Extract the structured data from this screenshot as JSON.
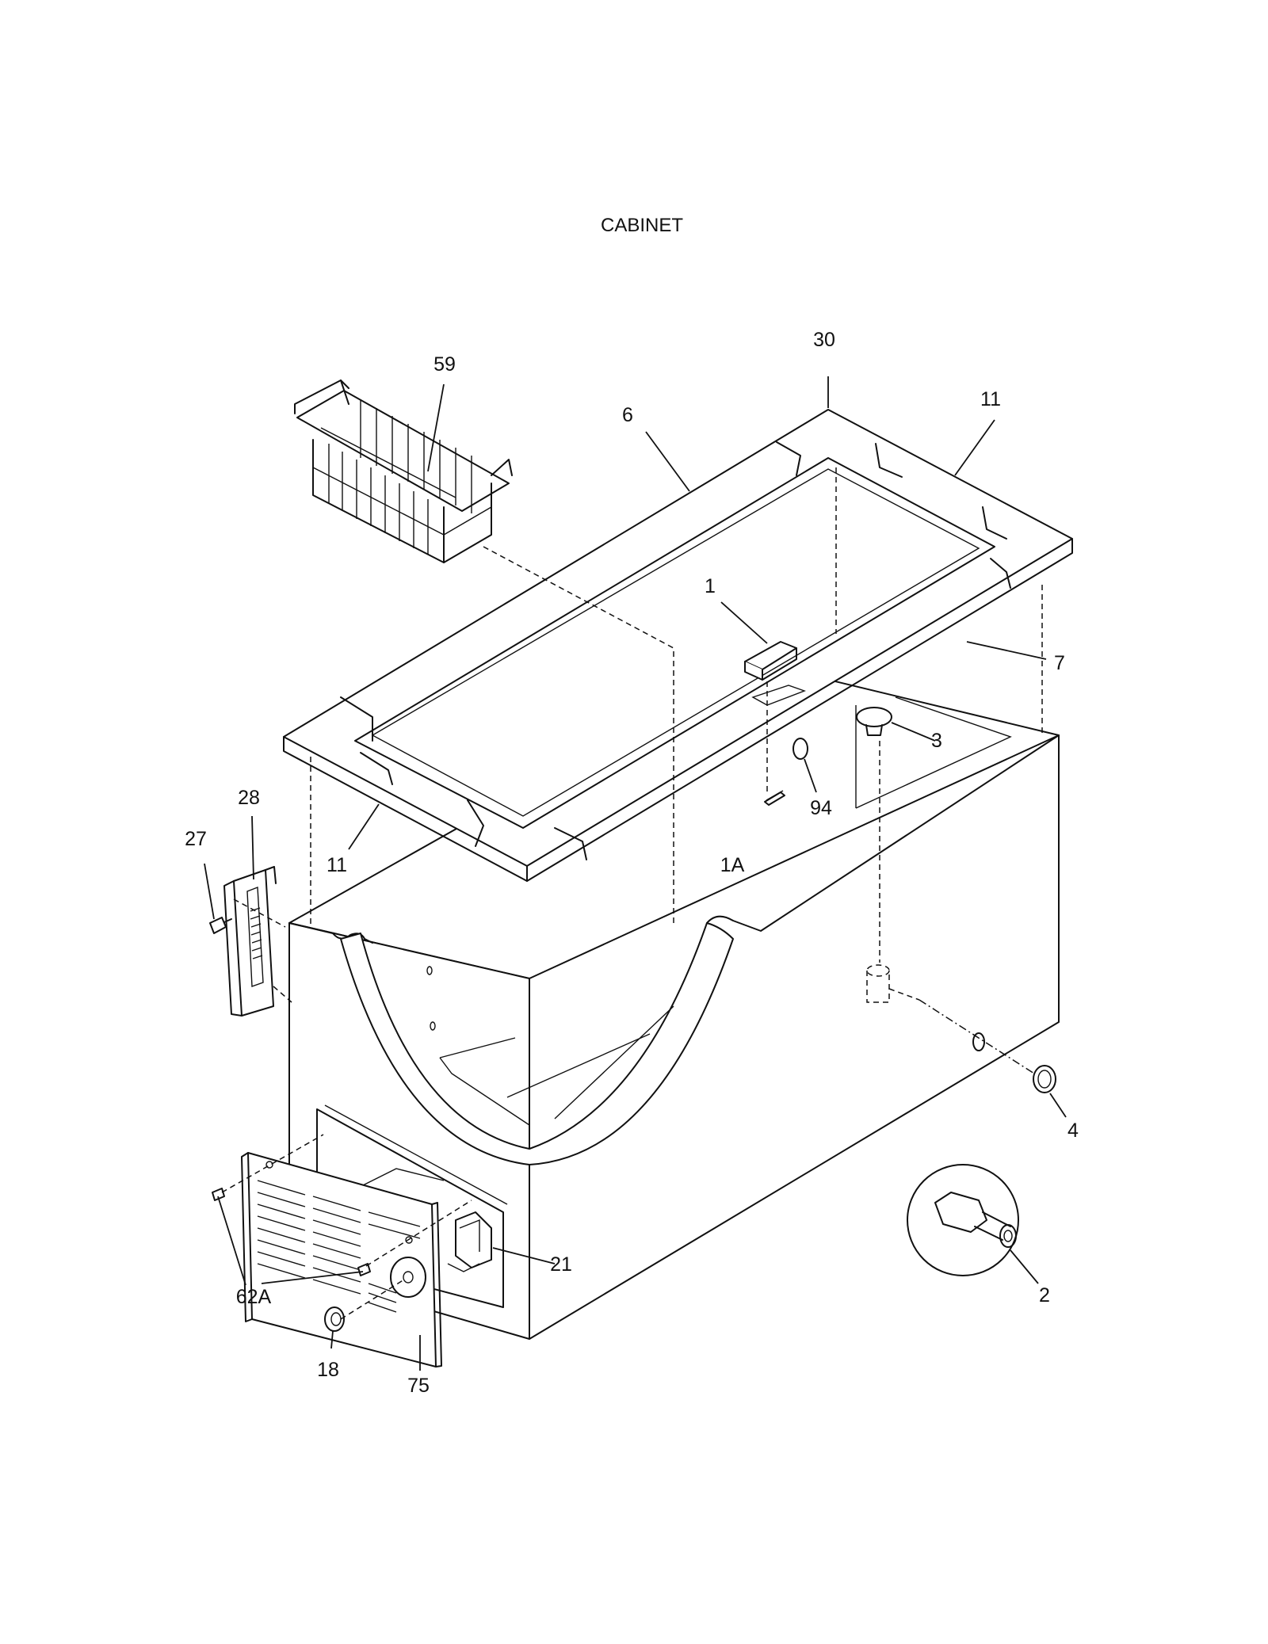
{
  "title": "CABINET",
  "callouts": {
    "c30": "30",
    "c59": "59",
    "c11_top": "11",
    "c6": "6",
    "c1": "1",
    "c7": "7",
    "c3": "3",
    "c94": "94",
    "c28": "28",
    "c27": "27",
    "c11_left": "11",
    "c1A": "1A",
    "c4": "4",
    "c21": "21",
    "c2": "2",
    "c62A": "62A",
    "c18": "18",
    "c75": "75"
  }
}
